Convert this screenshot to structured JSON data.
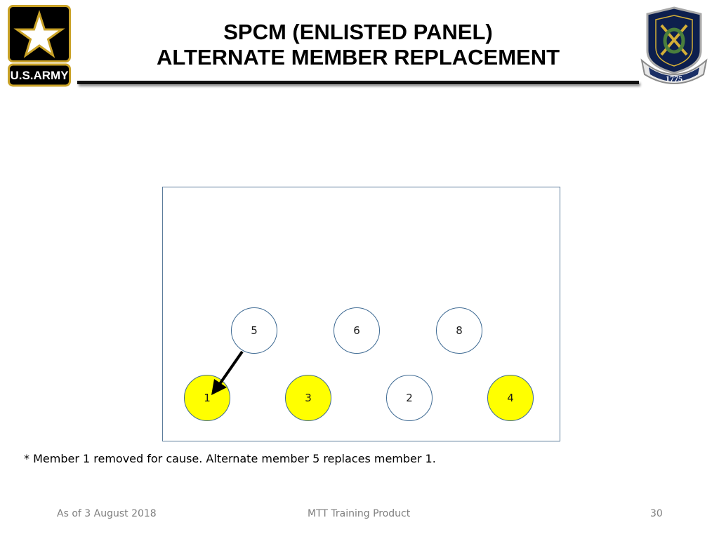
{
  "header": {
    "title_line1": "SPCM (ENLISTED PANEL)",
    "title_line2": "ALTERNATE MEMBER REPLACEMENT",
    "left_logo_text": "U.S.ARMY",
    "right_logo_text": "1775"
  },
  "diagram": {
    "alternates": [
      {
        "label": "5",
        "seated": false
      },
      {
        "label": "6",
        "seated": false
      },
      {
        "label": "8",
        "seated": false
      }
    ],
    "seated_row": [
      {
        "label": "1",
        "seated": true
      },
      {
        "label": "3",
        "seated": true
      },
      {
        "label": "2",
        "seated": false
      },
      {
        "label": "4",
        "seated": true
      }
    ],
    "arrow": {
      "from": "5",
      "to": "1"
    },
    "colors": {
      "seated_fill": "#ffff00",
      "outline": "#3e6a93",
      "panel_border": "#5b7c9b"
    }
  },
  "note": "* Member 1 removed for cause. Alternate member 5 replaces member 1.",
  "footer": {
    "date": "As of 3 August 2018",
    "center": "MTT Training Product",
    "page": "30"
  }
}
